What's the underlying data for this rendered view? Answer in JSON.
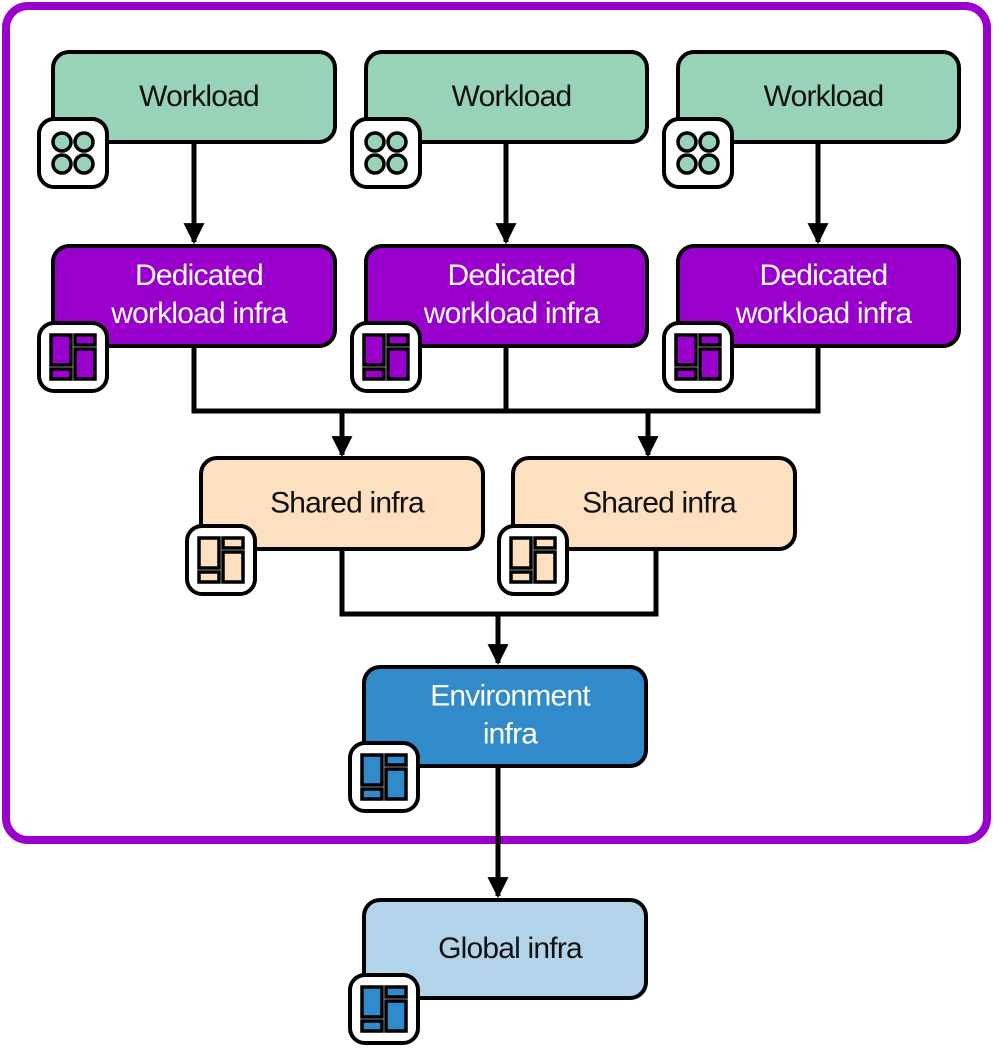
{
  "diagram": {
    "colors": {
      "container_border": "#9900cc",
      "workload": "#98d3b7",
      "dedicated": "#9900cc",
      "shared": "#fde0c0",
      "environment": "#318ac9",
      "global": "#b2d4ea",
      "stroke": "#000000"
    },
    "nodes": {
      "workload_1": {
        "label": "Workload",
        "icon": "workload-grid-icon"
      },
      "workload_2": {
        "label": "Workload",
        "icon": "workload-grid-icon"
      },
      "workload_3": {
        "label": "Workload",
        "icon": "workload-grid-icon"
      },
      "dedicated_1": {
        "label_line1": "Dedicated",
        "label_line2": "workload infra",
        "icon": "infra-layout-icon"
      },
      "dedicated_2": {
        "label_line1": "Dedicated",
        "label_line2": "workload infra",
        "icon": "infra-layout-icon"
      },
      "dedicated_3": {
        "label_line1": "Dedicated",
        "label_line2": "workload infra",
        "icon": "infra-layout-icon"
      },
      "shared_1": {
        "label": "Shared infra",
        "icon": "infra-layout-icon"
      },
      "shared_2": {
        "label": "Shared infra",
        "icon": "infra-layout-icon"
      },
      "environment": {
        "label_line1": "Environment",
        "label_line2": "infra",
        "icon": "infra-layout-icon"
      },
      "global": {
        "label": "Global infra",
        "icon": "infra-layout-icon"
      }
    },
    "edges": [
      [
        "workload_1",
        "dedicated_1"
      ],
      [
        "workload_2",
        "dedicated_2"
      ],
      [
        "workload_3",
        "dedicated_3"
      ],
      [
        "dedicated_1",
        "shared_1"
      ],
      [
        "dedicated_2",
        "shared_1"
      ],
      [
        "dedicated_3",
        "shared_1"
      ],
      [
        "dedicated_1",
        "shared_2"
      ],
      [
        "dedicated_2",
        "shared_2"
      ],
      [
        "dedicated_3",
        "shared_2"
      ],
      [
        "shared_1",
        "environment"
      ],
      [
        "shared_2",
        "environment"
      ],
      [
        "environment",
        "global"
      ]
    ]
  }
}
